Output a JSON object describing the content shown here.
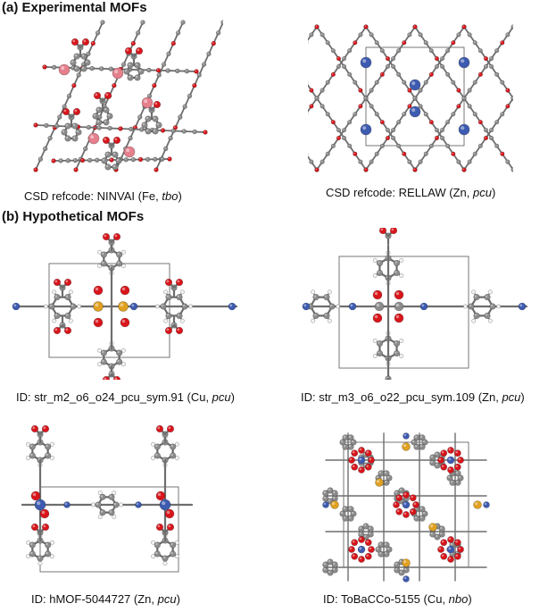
{
  "section_a": {
    "label": "(a) Experimental MOFs"
  },
  "section_b": {
    "label": "(b) Hypothetical MOFs"
  },
  "panels": [
    {
      "caption_prefix": "CSD refcode: NINVAI (Fe, ",
      "topology": "tbo",
      "caption_suffix": ")"
    },
    {
      "caption_prefix": "CSD refcode: RELLAW (Zn, ",
      "topology": "pcu",
      "caption_suffix": ")"
    },
    {
      "caption_prefix": "ID: str_m2_o6_o24_pcu_sym.91 (Cu, ",
      "topology": "pcu",
      "caption_suffix": ")"
    },
    {
      "caption_prefix": "ID:  str_m3_o6_o22_pcu_sym.109 (Zn, ",
      "topology": "pcu",
      "caption_suffix": ")"
    },
    {
      "caption_prefix": "ID: hMOF-5044727 (Zn, ",
      "topology": "pcu",
      "caption_suffix": ")"
    },
    {
      "caption_prefix": "ID: ToBaCCo-5155 (Cu, ",
      "topology": "nbo",
      "caption_suffix": ")"
    }
  ],
  "colors": {
    "carbon": "#8c8c8c",
    "oxygen": "#d8151b",
    "nitrogen": "#3d5bb0",
    "hydrogen": "#f2f2f2",
    "metal_orange": "#e0a020",
    "metal_pink": "#e57f8c",
    "cell": "#555555"
  }
}
